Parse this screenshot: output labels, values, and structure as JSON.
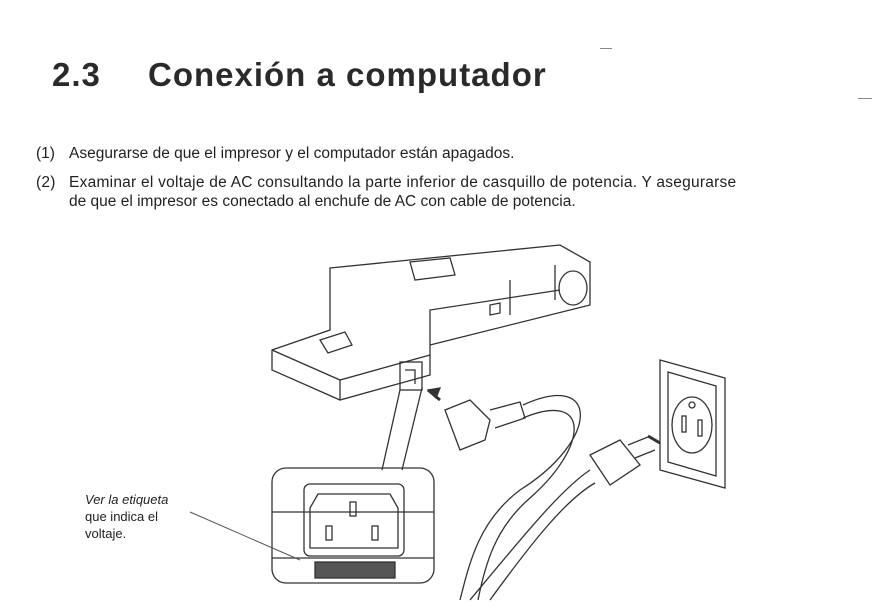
{
  "section": {
    "number": "2.3",
    "title": "Conexión a computador"
  },
  "steps": [
    {
      "marker": "(1)",
      "text": "Asegurarse de que el impresor y el computador están apagados."
    },
    {
      "marker": "(2)",
      "text": "Examinar el voltaje de AC consultando la parte inferior de casquillo de potencia. Y asegurarse",
      "continuation": "de que el impresor es conectado al enchufe de AC con cable de potencia."
    }
  ],
  "figure": {
    "caption_line1": "Ver la etiqueta",
    "caption_line2": "que indica el",
    "caption_line3": "voltaje."
  }
}
